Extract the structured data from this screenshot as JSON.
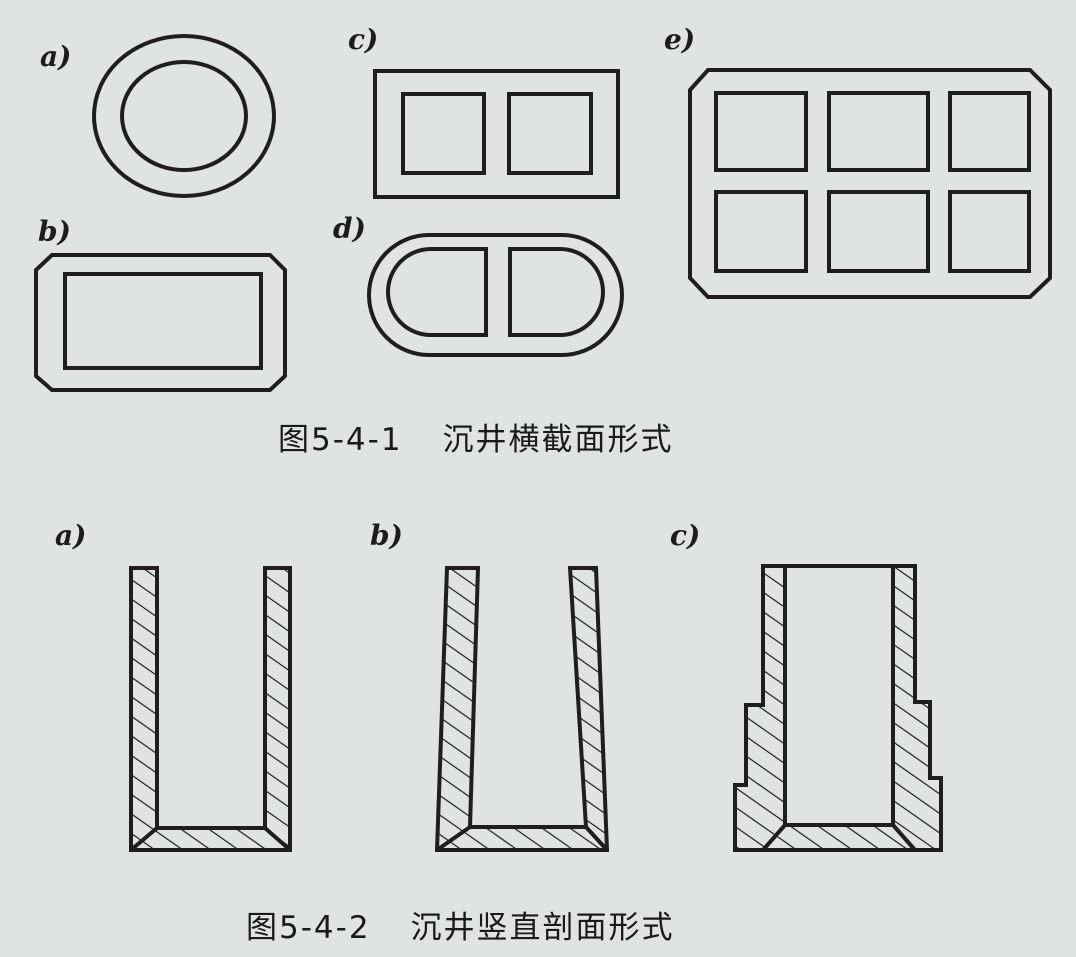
{
  "figure1": {
    "labels": {
      "a": "a)",
      "b": "b)",
      "c": "c)",
      "d": "d)",
      "e": "e)"
    },
    "caption_number": "图5-4-1",
    "caption_title": "沉井横截面形式"
  },
  "figure2": {
    "labels": {
      "a": "a)",
      "b": "b)",
      "c": "c)"
    },
    "caption_number": "图5-4-2",
    "caption_title": "沉井竖直剖面形式"
  },
  "colors": {
    "line": "#1e1e1e",
    "paper": "#dfe3e1"
  }
}
